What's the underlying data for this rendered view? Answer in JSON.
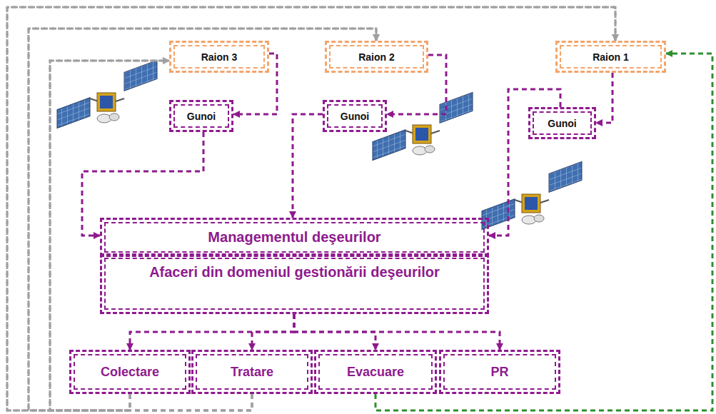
{
  "diagram": {
    "nodes": [
      {
        "text": [
          "Raion 3"
        ]
      },
      {
        "text": [
          "Raion 2"
        ]
      },
      {
        "text": [
          "Raion 1"
        ]
      },
      {
        "text": [
          "Gunoi"
        ]
      },
      {
        "text": [
          "Gunoi"
        ]
      },
      {
        "text": [
          "Gunoi"
        ]
      },
      {
        "text": [
          "Managementul deşeurilor"
        ]
      },
      {
        "text": [
          "Afaceri din domeniul gestionării deşeurilor"
        ]
      },
      {
        "text": [
          "Colectare"
        ]
      },
      {
        "text": [
          "Tratare"
        ]
      },
      {
        "text": [
          "Evacuare"
        ]
      },
      {
        "text": [
          "PR"
        ]
      }
    ],
    "edges": [
      {
        "from": 0,
        "to": 3,
        "arrow": "to"
      },
      {
        "from": 1,
        "to": 4,
        "arrow": "to"
      },
      {
        "from": 2,
        "to": 5,
        "arrow": "to"
      },
      {
        "from": 3,
        "to": 6,
        "arrow": "to"
      },
      {
        "from": 4,
        "to": 6,
        "arrow": "to"
      },
      {
        "from": 5,
        "to": 6,
        "arrow": "to"
      },
      {
        "from": 7,
        "to": 8,
        "arrow": "to"
      },
      {
        "from": 7,
        "to": 9,
        "arrow": "to"
      },
      {
        "from": 7,
        "to": 10,
        "arrow": "to"
      },
      {
        "from": 7,
        "to": 11,
        "arrow": "to"
      },
      {
        "from": 8,
        "to": 2,
        "arrow": "to"
      },
      {
        "from": 8,
        "to": 1,
        "arrow": "to"
      },
      {
        "from": 8,
        "to": 0,
        "arrow": "to"
      },
      {
        "from": 9,
        "to": 2,
        "arrow": "to"
      },
      {
        "from": 9,
        "to": 1,
        "arrow": "to"
      },
      {
        "from": 9,
        "to": 0,
        "arrow": "to"
      },
      {
        "from": 10,
        "to": 2,
        "arrow": "to"
      }
    ]
  }
}
